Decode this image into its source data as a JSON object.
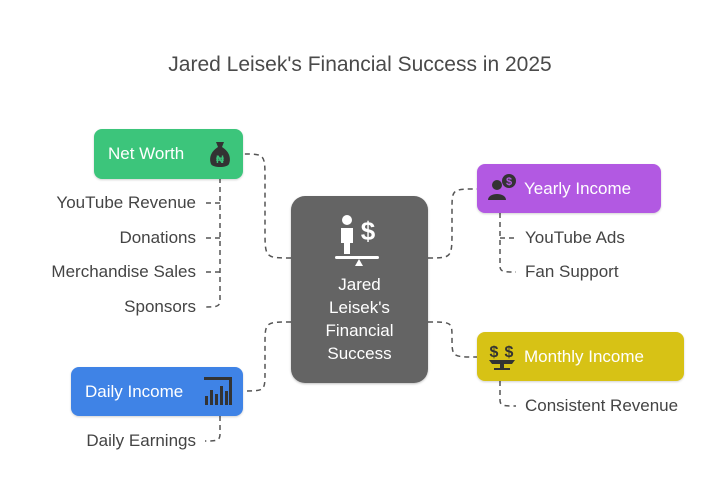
{
  "title": "Jared Leisek's Financial Success in 2025",
  "center": {
    "label": "Jared\nLeisek's\nFinancial\nSuccess",
    "icon": "balance-scale-icon"
  },
  "nodes": {
    "net_worth": {
      "label": "Net Worth",
      "icon": "money-bag-icon",
      "color": "#3cc57b",
      "items": [
        "YouTube Revenue",
        "Donations",
        "Merchandise Sales",
        "Sponsors"
      ]
    },
    "yearly_income": {
      "label": "Yearly Income",
      "icon": "user-coin-icon",
      "color": "#b259e2",
      "items": [
        "YouTube Ads",
        "Fan Support"
      ]
    },
    "monthly_income": {
      "label": "Monthly Income",
      "icon": "coins-scale-icon",
      "color": "#d7c215",
      "items": [
        "Consistent Revenue"
      ]
    },
    "daily_income": {
      "label": "Daily Income",
      "icon": "bar-chart-icon",
      "color": "#3f83e6",
      "items": [
        "Daily Earnings"
      ]
    }
  }
}
